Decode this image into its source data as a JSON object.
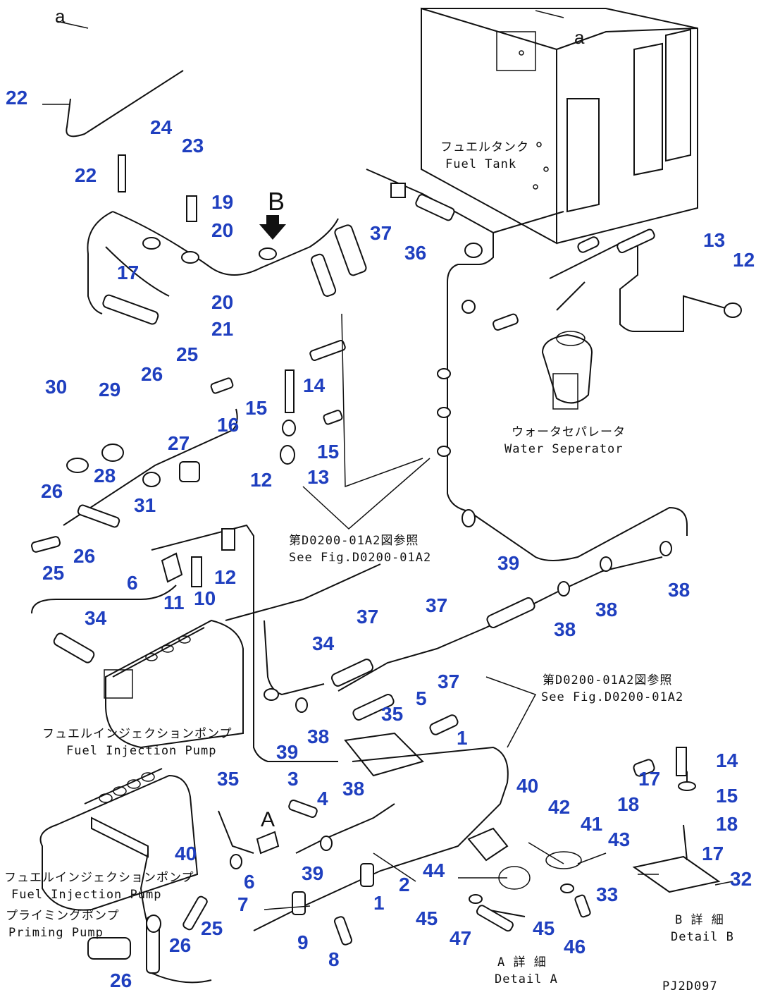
{
  "callouts": [
    "22",
    "22",
    "24",
    "23",
    "19",
    "20",
    "20",
    "21",
    "17",
    "13",
    "12",
    "37",
    "36",
    "30",
    "29",
    "26",
    "25",
    "14",
    "15",
    "16",
    "15",
    "12",
    "13",
    "28",
    "27",
    "31",
    "26",
    "25",
    "26",
    "6",
    "11",
    "10",
    "12",
    "34",
    "39",
    "38",
    "38",
    "38",
    "37",
    "37",
    "34",
    "37",
    "5",
    "35",
    "1",
    "38",
    "39",
    "3",
    "38",
    "35",
    "4",
    "40",
    "40",
    "6",
    "39",
    "7",
    "2",
    "1",
    "9",
    "8",
    "25",
    "26",
    "26",
    "42",
    "41",
    "43",
    "44",
    "45",
    "47",
    "45",
    "46",
    "33",
    "32",
    "14",
    "17",
    "15",
    "18",
    "18",
    "17"
  ],
  "labels": {
    "fuel_tank_jp": "フュエルタンク",
    "fuel_tank_en": "Fuel Tank",
    "water_separator_jp": "ウォータセパレータ",
    "water_separator_en": "Water Seperator",
    "see_fig_top_jp": "第D0200-01A2図参照",
    "see_fig_top_en": "See Fig.D0200-01A2",
    "see_fig_mid_jp": "第D0200-01A2図参照",
    "see_fig_mid_en": "See Fig.D0200-01A2",
    "fip_upper_jp": "フュエルインジェクションポンプ",
    "fip_upper_en": "Fuel Injection Pump",
    "fip_lower_jp": "フュエルインジェクションポンプ",
    "fip_lower_en": "Fuel Injection Pump",
    "priming_jp": "プライミングポンプ",
    "priming_en": "Priming Pump",
    "detail_a_jp": "A 詳 細",
    "detail_a_en": "Detail A",
    "detail_b_jp": "B 詳 細",
    "detail_b_en": "Detail B",
    "ref_a_top": "a",
    "ref_a_tank": "a",
    "view_b": "B",
    "view_a": "A",
    "drawing_code": "PJ2D097"
  }
}
